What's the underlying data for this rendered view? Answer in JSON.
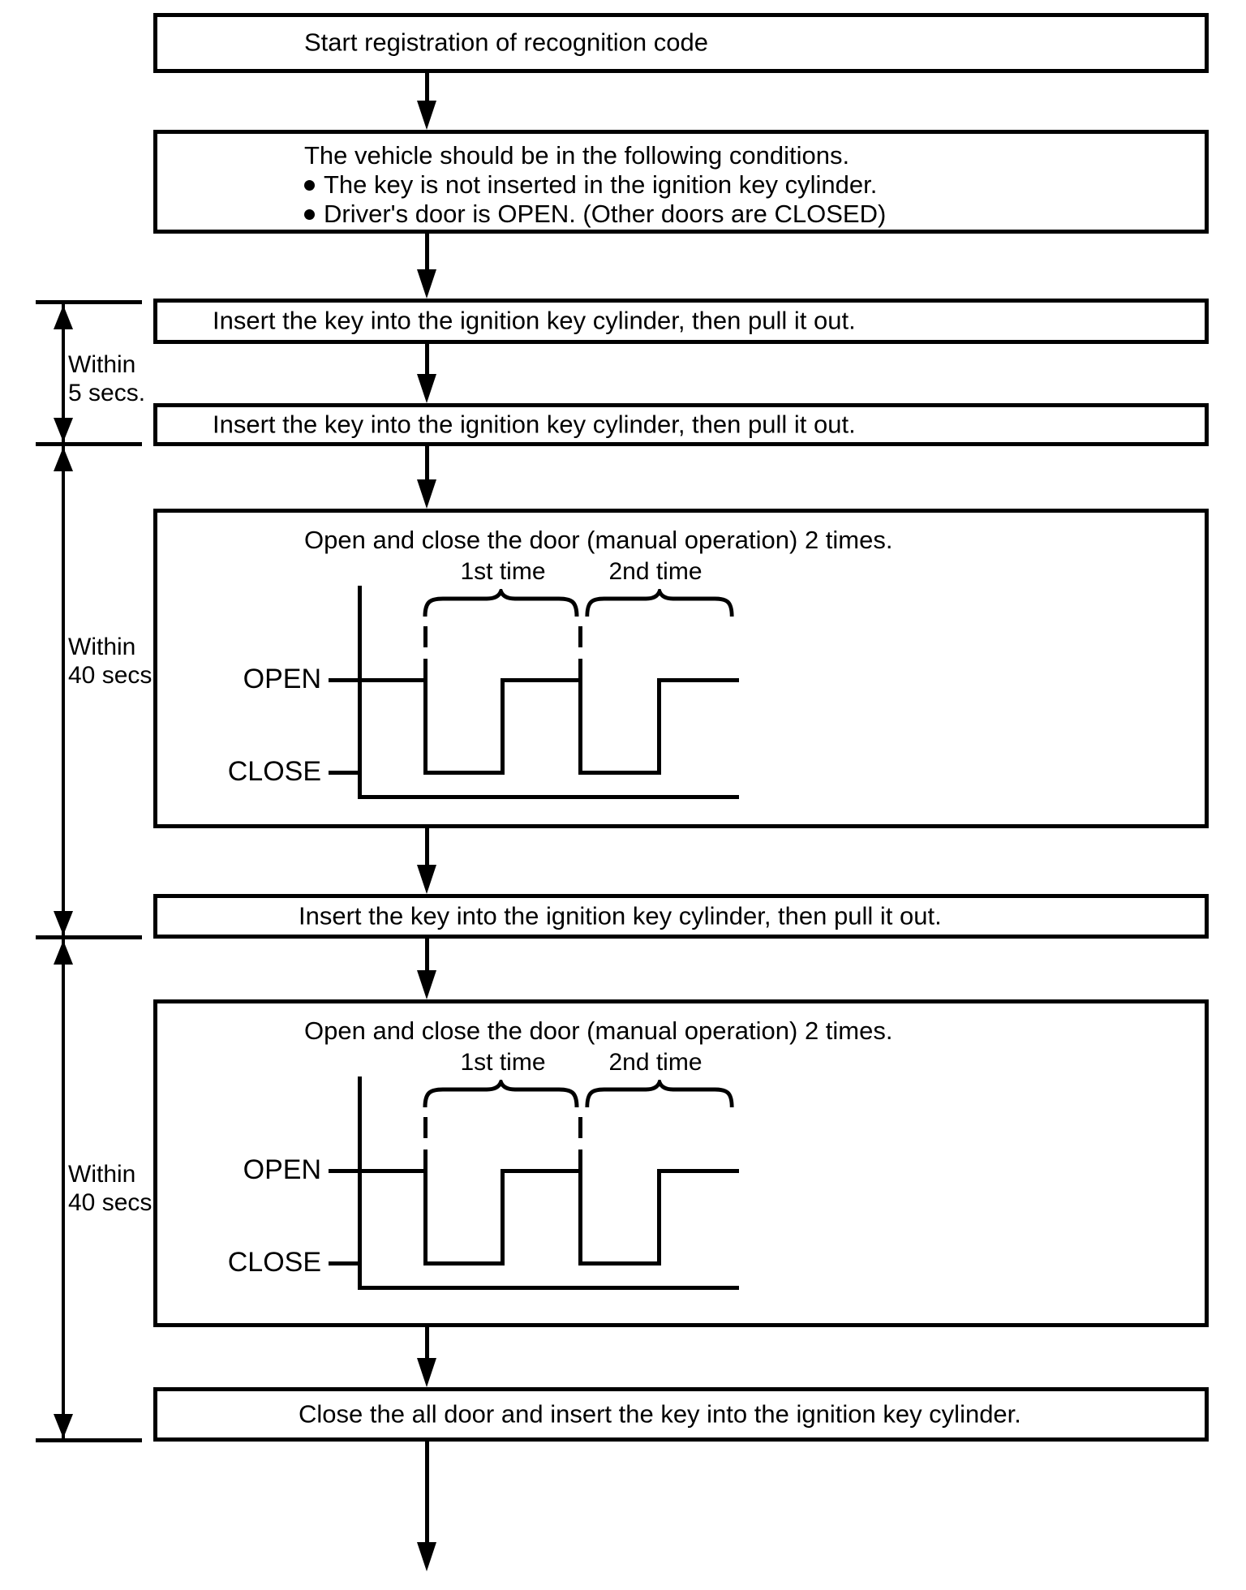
{
  "colors": {
    "ink": "#000000",
    "paper": "#ffffff"
  },
  "boxes": {
    "start": {
      "text": "Start registration of recognition code"
    },
    "conditions": {
      "intro": "The vehicle should be in the following conditions.",
      "bullets": [
        "The key is not inserted in the ignition key cylinder.",
        "Driver's door is OPEN. (Other doors are CLOSED)"
      ]
    },
    "insert_key_1": {
      "text": "Insert the key into the ignition key cylinder, then pull it out."
    },
    "insert_key_2": {
      "text": "Insert the key into the ignition key cylinder, then pull it out."
    },
    "insert_key_3": {
      "text": "Insert the key into the ignition key cylinder, then pull it out."
    },
    "close_all_doors": {
      "text": "Close the all door and insert the key into the ignition key cylinder."
    }
  },
  "waveform_boxes": [
    {
      "title": "Open and close the door (manual operation) 2 times.",
      "first_label": "1st time",
      "second_label": "2nd time",
      "high_label": "OPEN",
      "low_label": "CLOSE"
    },
    {
      "title": "Open and close the door (manual operation) 2 times.",
      "first_label": "1st time",
      "second_label": "2nd time",
      "high_label": "OPEN",
      "low_label": "CLOSE"
    }
  ],
  "timing_labels": [
    {
      "line1": "Within",
      "line2": "5 secs."
    },
    {
      "line1": "Within",
      "line2": "40 secs."
    },
    {
      "line1": "Within",
      "line2": "40 secs."
    }
  ]
}
